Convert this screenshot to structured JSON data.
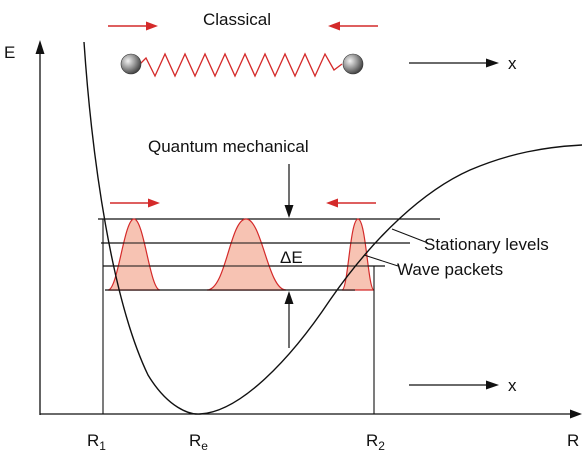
{
  "labels": {
    "classical": "Classical",
    "quantum": "Quantum mechanical",
    "energy_axis": "E",
    "x_top": "x",
    "x_bottom": "x",
    "stationary": "Stationary levels",
    "wave_packets": "Wave packets",
    "delta_e": "ΔE",
    "r1": {
      "base": "R",
      "sub": "1"
    },
    "re": {
      "base": "R",
      "sub": "e"
    },
    "r2": {
      "base": "R",
      "sub": "2"
    },
    "r_axis": "R"
  },
  "colors": {
    "arrow_red": "#d42a2a",
    "packet_fill": "#f7c3b3",
    "packet_stroke": "#d42a2a",
    "line": "#111111",
    "ball": "#888888"
  }
}
